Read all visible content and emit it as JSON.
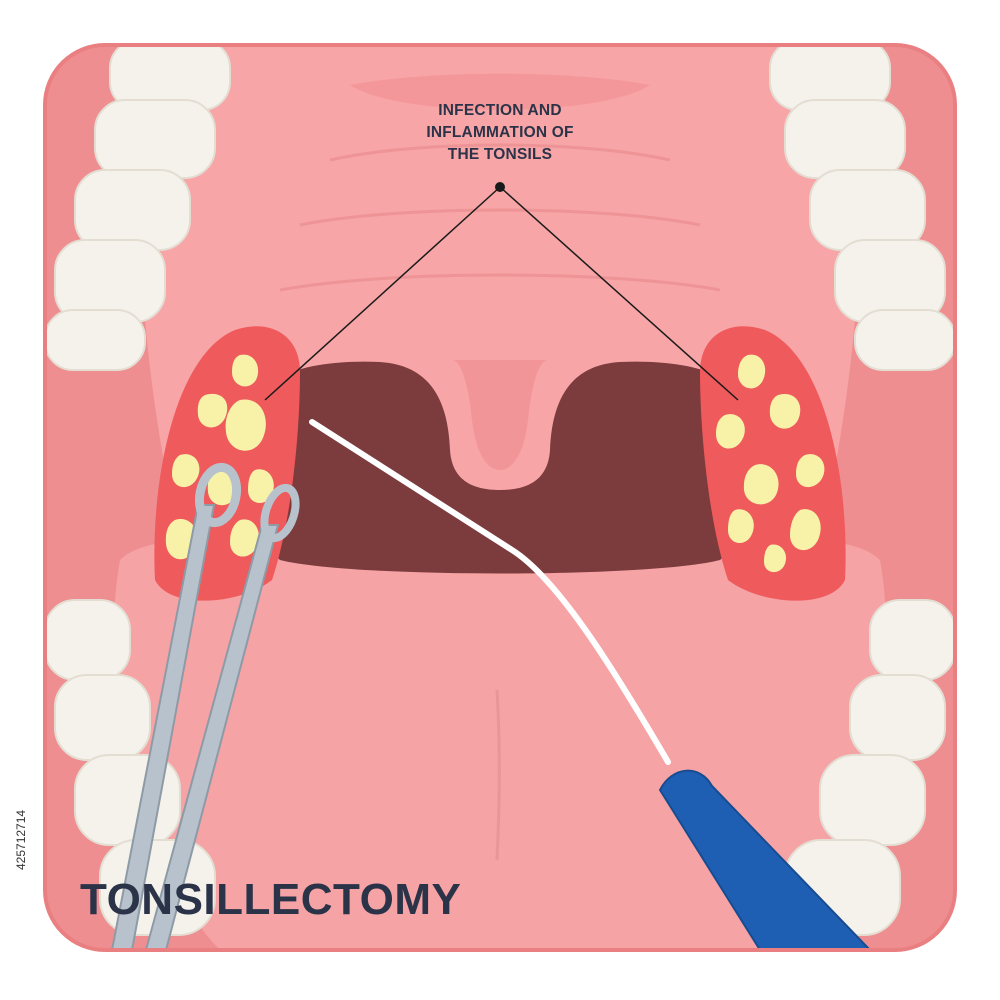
{
  "annotation": {
    "lines": [
      "INFECTION AND",
      "INFLAMMATION OF",
      "THE TONSILS"
    ]
  },
  "title": "TONSILLECTOMY",
  "stock_id": "425712714",
  "colors": {
    "frame_border": "#ea7f82",
    "gum": "#ee8e90",
    "palate": "#f7a5a7",
    "throat": "#7c3b3c",
    "tonsil": "#ef5a5c",
    "pus": "#f7f2a8",
    "teeth": "#f5f2ec",
    "forceps": "#b7c2cc",
    "probe_handle": "#1f5fb3",
    "text": "#2b3348"
  }
}
